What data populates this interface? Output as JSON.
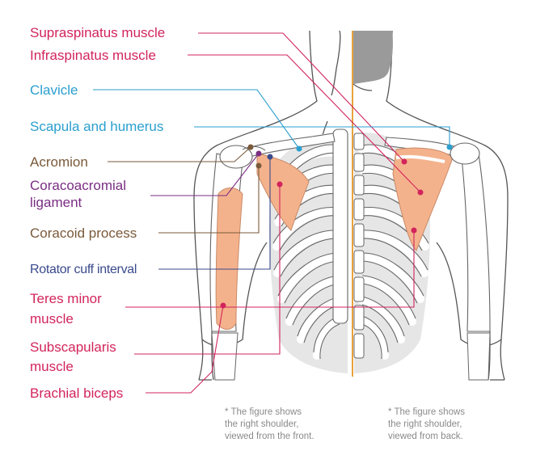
{
  "labels": {
    "supraspinatus": "Supraspinatus muscle",
    "infraspinatus": "Infraspinatus muscle",
    "clavicle": "Clavicle",
    "scapula_humerus": "Scapula and humerus",
    "acromion": "Acromion",
    "coracoacromial_1": "Coracoacromial",
    "coracoacromial_2": "ligament",
    "coracoid": "Coracoid process",
    "rotator_interval": "Rotator cuff interval",
    "teres_1": "Teres minor",
    "teres_2": "muscle",
    "subscapularis_1": "Subscapularis",
    "subscapularis_2": "muscle",
    "biceps": "Brachial biceps"
  },
  "notes": {
    "front_1": "* The figure shows",
    "front_2": "the right shoulder,",
    "front_3": "viewed from the front.",
    "back_1": "* The figure shows",
    "back_2": "the right shoulder,",
    "back_3": "viewed from back."
  },
  "colors": {
    "pink": "#d2245c",
    "blue": "#2b9fcf",
    "brown": "#7a5a3a",
    "purple": "#7a2d83",
    "navy": "#3a4a8c",
    "muscle": "#f4b28c",
    "divider": "#e8a13c",
    "hair": "#9a9a9a"
  }
}
